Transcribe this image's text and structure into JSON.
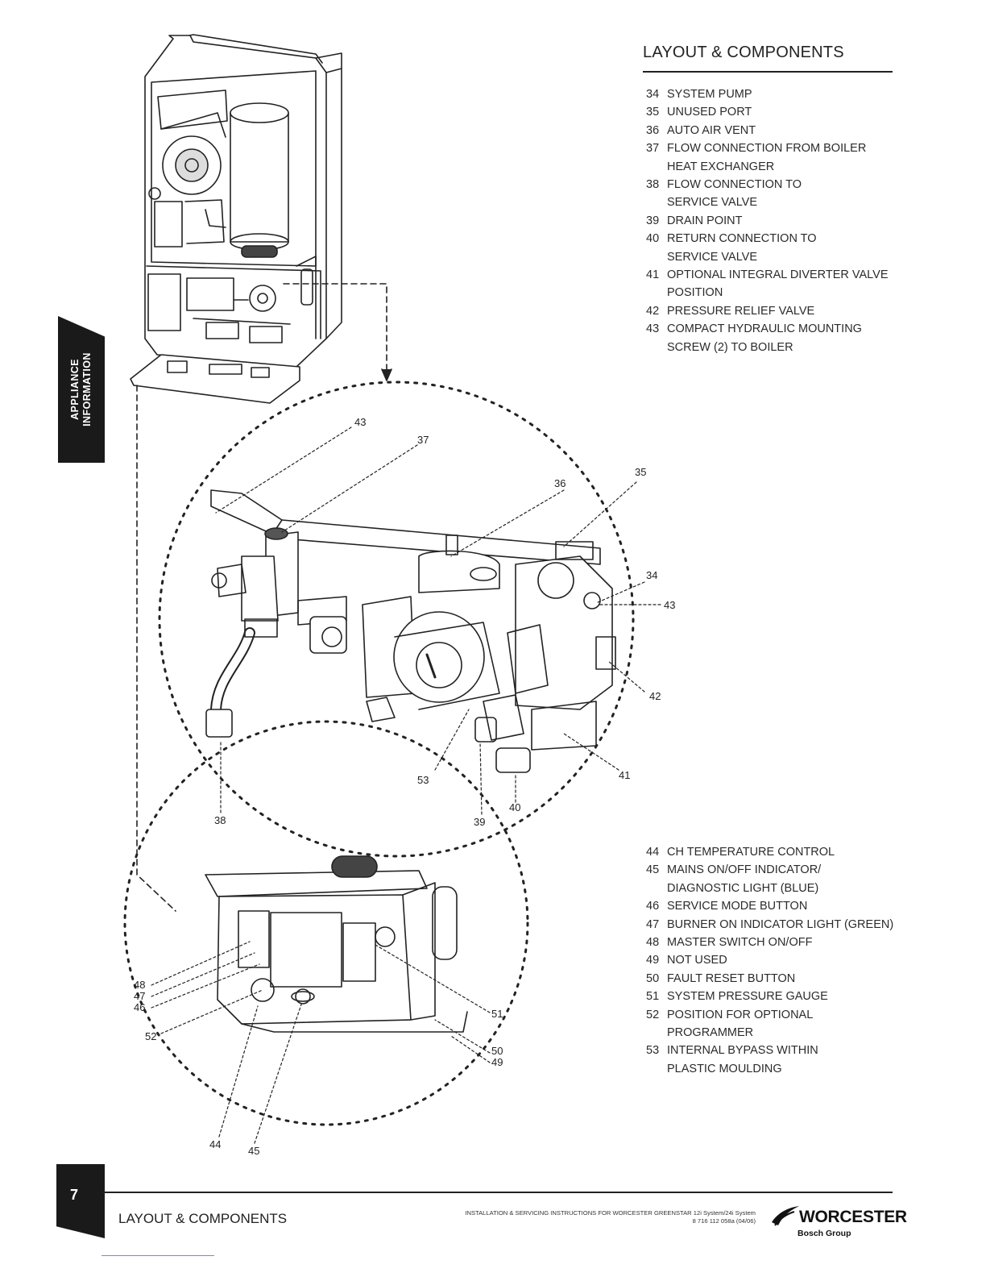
{
  "header": {
    "title": "LAYOUT & COMPONENTS"
  },
  "side_tab": {
    "line1": "APPLIANCE",
    "line2": "INFORMATION"
  },
  "components_top": [
    {
      "num": "34",
      "lines": [
        "SYSTEM PUMP"
      ]
    },
    {
      "num": "35",
      "lines": [
        "UNUSED PORT"
      ]
    },
    {
      "num": "36",
      "lines": [
        "AUTO AIR VENT"
      ]
    },
    {
      "num": "37",
      "lines": [
        "FLOW CONNECTION FROM BOILER",
        "HEAT EXCHANGER"
      ]
    },
    {
      "num": "38",
      "lines": [
        "FLOW CONNECTION TO",
        "SERVICE VALVE"
      ]
    },
    {
      "num": "39",
      "lines": [
        "DRAIN POINT"
      ]
    },
    {
      "num": "40",
      "lines": [
        "RETURN CONNECTION TO",
        "SERVICE VALVE"
      ]
    },
    {
      "num": "41",
      "lines": [
        "OPTIONAL INTEGRAL DIVERTER VALVE",
        "POSITION"
      ]
    },
    {
      "num": "42",
      "lines": [
        "PRESSURE RELIEF VALVE"
      ]
    },
    {
      "num": "43",
      "lines": [
        "COMPACT HYDRAULIC MOUNTING",
        "SCREW (2) TO BOILER"
      ]
    }
  ],
  "components_bottom": [
    {
      "num": "44",
      "lines": [
        "CH TEMPERATURE CONTROL"
      ]
    },
    {
      "num": "45",
      "lines": [
        "MAINS ON/OFF INDICATOR/",
        "DIAGNOSTIC LIGHT (BLUE)"
      ]
    },
    {
      "num": "46",
      "lines": [
        "SERVICE MODE BUTTON"
      ]
    },
    {
      "num": "47",
      "lines": [
        "BURNER ON INDICATOR LIGHT (GREEN)"
      ]
    },
    {
      "num": "48",
      "lines": [
        "MASTER SWITCH ON/OFF"
      ]
    },
    {
      "num": "49",
      "lines": [
        "NOT USED"
      ]
    },
    {
      "num": "50",
      "lines": [
        "FAULT RESET BUTTON"
      ]
    },
    {
      "num": "51",
      "lines": [
        "SYSTEM PRESSURE GAUGE"
      ]
    },
    {
      "num": "52",
      "lines": [
        "POSITION FOR OPTIONAL",
        "PROGRAMMER"
      ]
    },
    {
      "num": "53",
      "lines": [
        "INTERNAL BYPASS WITHIN",
        "PLASTIC MOULDING"
      ]
    }
  ],
  "callouts": {
    "c34": "34",
    "c35": "35",
    "c36": "36",
    "c37": "37",
    "c38": "38",
    "c39": "39",
    "c40": "40",
    "c41": "41",
    "c42": "42",
    "c43a": "43",
    "c43b": "43",
    "c44": "44",
    "c45": "45",
    "c46": "46",
    "c47": "47",
    "c48": "48",
    "c49": "49",
    "c50": "50",
    "c51": "51",
    "c52": "52",
    "c53": "53"
  },
  "footer": {
    "page_number": "7",
    "section_title": "LAYOUT & COMPONENTS",
    "doc_line1": "INSTALLATION & SERVICING INSTRUCTIONS FOR WORCESTER GREENSTAR 12i System/24i System",
    "doc_line2": "8 716 112 058a (04/06)",
    "brand_name": "WORCESTER",
    "brand_sub": "Bosch Group"
  },
  "colors": {
    "ink": "#1a1a1a",
    "rule": "#222222",
    "link_underline": "#6b8fd6"
  }
}
